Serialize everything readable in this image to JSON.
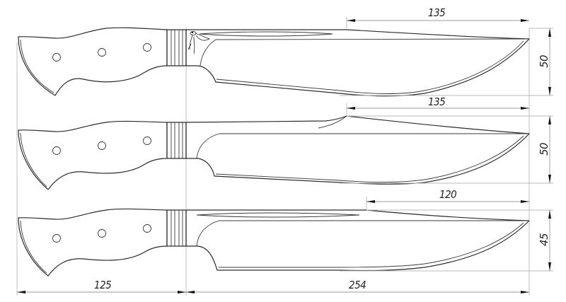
{
  "drawing": {
    "title": "Knife blade template drawing",
    "units": "mm",
    "stroke_color": "#2b2b2b",
    "dimension_line_color": "#9a9a9a",
    "background": "#ffffff"
  },
  "knives": [
    {
      "id": "knife-1",
      "spine_length_label": "135",
      "blade_height_label": "50",
      "features": [
        "handle with 3 rivet holes",
        "guard with 4 lines",
        "fuller groove",
        "pelican engraving near ricasso"
      ]
    },
    {
      "id": "knife-2",
      "spine_length_label": "135",
      "blade_height_label": "50",
      "features": [
        "handle with 3 rivet holes",
        "guard with 4 lines",
        "raised clip point on spine"
      ]
    },
    {
      "id": "knife-3",
      "spine_length_label": "120",
      "blade_height_label": "45",
      "features": [
        "handle with 3 rivet holes",
        "guard with 4 lines",
        "fuller groove"
      ]
    }
  ],
  "overall_dimensions": {
    "handle_length_label": "125",
    "blade_length_label": "254"
  }
}
